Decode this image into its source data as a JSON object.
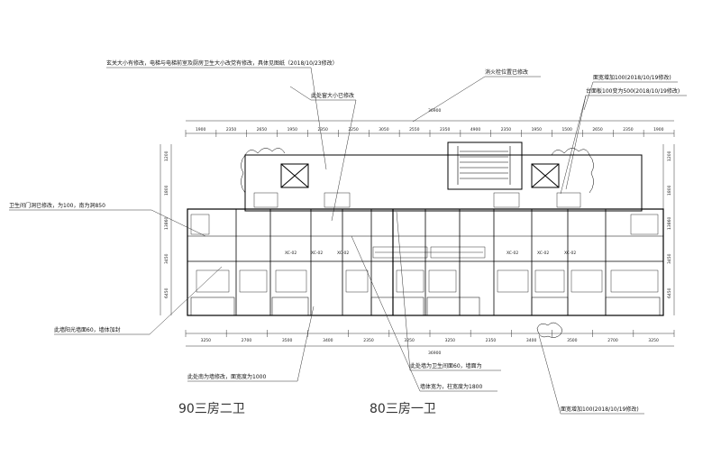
{
  "annotations": {
    "top_left_note": "玄关大小有修改，电梯与电梯前室及厨房卫生大小改党有修改，具体见图纸（2018/10/23修改）",
    "entrance_window_note": "此处窗大小已修改",
    "shaft_position_note": "消火栓位置已修改",
    "right_note_1": "面宽增加100(2018/10/19修改)",
    "right_note_2": "台面板100变为500(2018/10/19修改)",
    "bathroom_door_note": "卫生间门洞已修改，为100，南为洞850",
    "party_wall_note": "此墙阳光墙面60，墙体加封",
    "lower_mid_note": "此处南为墙修改，面宽度为1000",
    "bathroom_wall_note": "此处墙为卫生间面60，墙面为",
    "entrance_cabinet_note": "墙体宽为，柱宽度为1800",
    "bottom_right_note": "面宽增加100(2018/10/19修改)"
  },
  "unit_labels": {
    "left": "90三房二卫",
    "right": "80三房一卫"
  },
  "dimensions": {
    "top_overall": "36900",
    "top_row": [
      "1900",
      "2350",
      "2650",
      "1950",
      "2350",
      "2250",
      "3050",
      "2550",
      "2350",
      "4900",
      "2350",
      "1950",
      "1500",
      "2650",
      "2350",
      "1900"
    ],
    "bottom_overall": "36900",
    "bottom_row": [
      "3250",
      "2700",
      "3500",
      "3400",
      "2350",
      "3250",
      "3250",
      "2350",
      "3400",
      "3500",
      "2700",
      "3250"
    ],
    "left_side": [
      "1200",
      "1800",
      "13860",
      "3450",
      "6450"
    ],
    "right_side": [
      "1200",
      "1800",
      "13860",
      "3450",
      "6450"
    ]
  },
  "room_tags": [
    "XC-02",
    "XC-02",
    "XC-02",
    "XC-02",
    "XC-02",
    "XC-02"
  ]
}
